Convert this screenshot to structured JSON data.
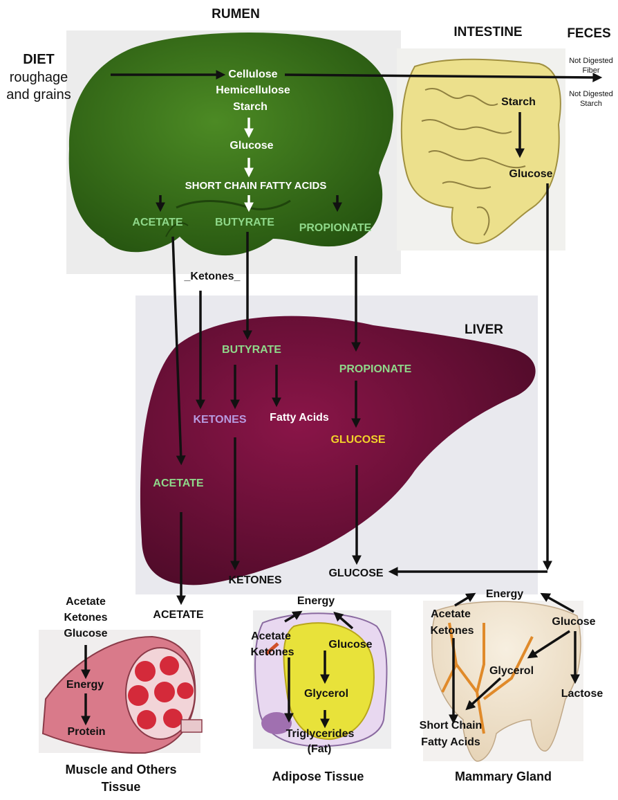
{
  "headers": {
    "rumen": "RUMEN",
    "intestine": "INTESTINE",
    "feces": "FECES",
    "liver": "LIVER"
  },
  "diet": {
    "title": "DIET",
    "line1": "roughage",
    "line2": "and grains"
  },
  "feces_notes": {
    "fiber_line1": "Not Digested",
    "fiber_line2": "Fiber",
    "starch_line1": "Not Digested",
    "starch_line2": "Starch"
  },
  "rumen": {
    "cellulose": "Cellulose",
    "hemicellulose": "Hemicellulose",
    "starch": "Starch",
    "glucose": "Glucose",
    "scfa": "SHORT CHAIN FATTY ACIDS",
    "acetate": "ACETATE",
    "butyrate": "BUTYRATE",
    "propionate": "PROPIONATE"
  },
  "intestine": {
    "starch": "Starch",
    "glucose": "Glucose"
  },
  "ketones_mid": "_Ketones_",
  "liver": {
    "butyrate": "BUTYRATE",
    "propionate": "PROPIONATE",
    "ketones": "KETONES",
    "fatty_acids": "Fatty Acids",
    "glucose": "GLUCOSE",
    "acetate": "ACETATE"
  },
  "blood": {
    "ketones": "KETONES",
    "glucose": "GLUCOSE",
    "acetate": "ACETATE"
  },
  "muscle": {
    "in1": "Acetate",
    "in2": "Ketones",
    "in3": "Glucose",
    "energy": "Energy",
    "protein": "Protein",
    "caption_line1": "Muscle and Others",
    "caption_line2": "Tissue"
  },
  "adipose": {
    "energy": "Energy",
    "acetate": "Acetate",
    "ketones": "Ketones",
    "glucose": "Glucose",
    "glycerol": "Glycerol",
    "triglycerides": "Triglycerides",
    "fat": "(Fat)",
    "caption": "Adipose Tissue"
  },
  "mammary": {
    "energy": "Energy",
    "acetate": "Acetate",
    "ketones": "Ketones",
    "glucose": "Glucose",
    "glycerol": "Glycerol",
    "lactose": "Lactose",
    "scfa_line1": "Short Chain",
    "scfa_line2": "Fatty Acids",
    "caption": "Mammary Gland"
  },
  "colors": {
    "rumen_green": "#3f7a1c",
    "liver_maroon": "#7a1040",
    "intestine_yellow": "#efe08a",
    "label_green": "#8fd88a",
    "label_purple": "#b79be0",
    "label_yellow": "#f2d22a",
    "arrow_black": "#111111",
    "arrow_white": "#ffffff"
  }
}
